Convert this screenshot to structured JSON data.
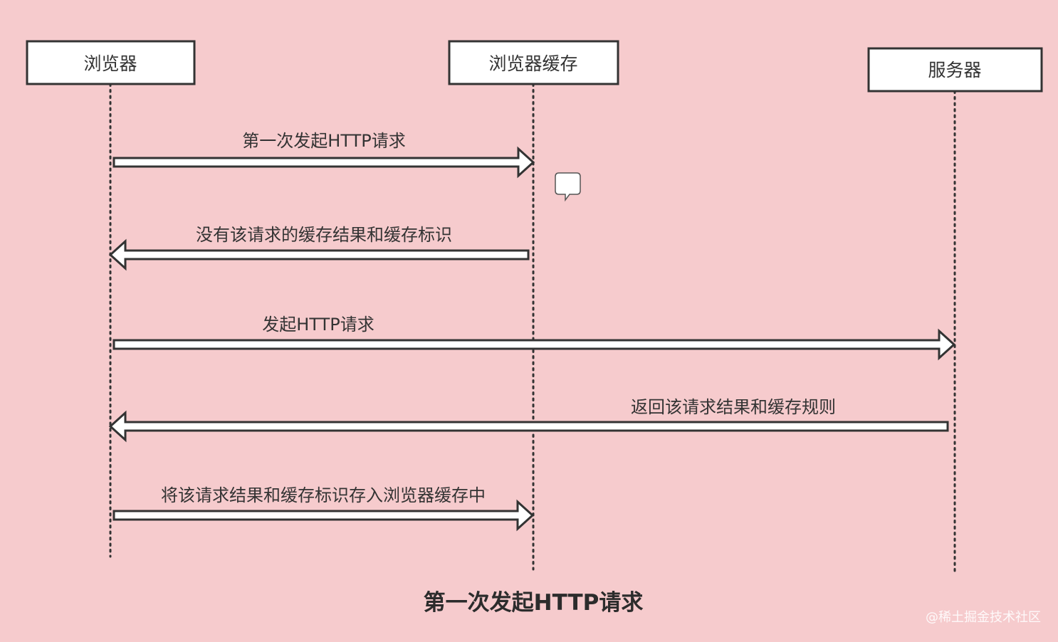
{
  "diagram": {
    "type": "sequence",
    "participants": [
      {
        "id": "browser",
        "label": "浏览器"
      },
      {
        "id": "cache",
        "label": "浏览器缓存"
      },
      {
        "id": "server",
        "label": "服务器"
      }
    ],
    "messages": [
      {
        "from": "browser",
        "to": "cache",
        "label": "第一次发起HTTP请求"
      },
      {
        "from": "cache",
        "to": "browser",
        "label": "没有该请求的缓存结果和缓存标识"
      },
      {
        "from": "browser",
        "to": "server",
        "label": "发起HTTP请求"
      },
      {
        "from": "server",
        "to": "browser",
        "label": "返回该请求结果和缓存规则"
      },
      {
        "from": "browser",
        "to": "cache",
        "label": "将该请求结果和缓存标识存入浏览器缓存中"
      }
    ],
    "caption": "第一次发起HTTP请求",
    "watermark": "@稀土掘金技术社区"
  },
  "colors": {
    "background": "#f6cbcd",
    "box_fill": "#ffffff",
    "stroke": "#333333",
    "text": "#333333"
  },
  "icons": {
    "comment": "speech-bubble-icon"
  }
}
